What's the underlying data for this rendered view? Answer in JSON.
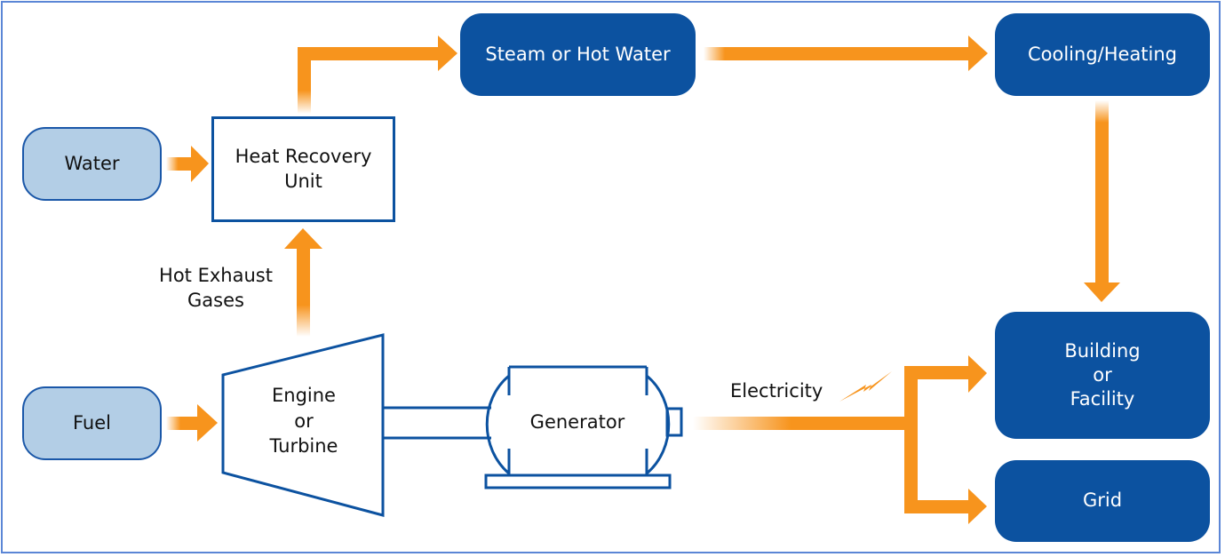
{
  "title": "Combined Heat and Power (CHP) system diagram",
  "colors": {
    "frame": "#5b86d6",
    "dark_node": "#0c52a0",
    "light_node": "#b3cee6",
    "arrow": "#f7941d",
    "outline": "#0c52a0"
  },
  "nodes": {
    "water": "Water",
    "heat_recovery_unit": "Heat Recovery\nUnit",
    "steam_hot_water": "Steam or Hot Water",
    "cooling_heating": "Cooling/Heating",
    "fuel": "Fuel",
    "engine_turbine": "Engine\nor\nTurbine",
    "generator": "Generator",
    "building_facility": "Building\nor\nFacility",
    "grid": "Grid"
  },
  "labels": {
    "hot_exhaust_gases": "Hot Exhaust\nGases",
    "electricity": "Electricity"
  },
  "icons": {
    "electricity": "lightning-bolt-icon"
  },
  "edges": [
    {
      "from": "water",
      "to": "heat_recovery_unit"
    },
    {
      "from": "engine_turbine",
      "to": "heat_recovery_unit",
      "label": "hot_exhaust_gases"
    },
    {
      "from": "heat_recovery_unit",
      "to": "steam_hot_water"
    },
    {
      "from": "steam_hot_water",
      "to": "cooling_heating"
    },
    {
      "from": "cooling_heating",
      "to": "building_facility"
    },
    {
      "from": "fuel",
      "to": "engine_turbine"
    },
    {
      "from": "engine_turbine",
      "to": "generator",
      "type": "shaft"
    },
    {
      "from": "generator",
      "to": "building_facility",
      "label": "electricity"
    },
    {
      "from": "generator",
      "to": "grid",
      "label": "electricity"
    }
  ]
}
